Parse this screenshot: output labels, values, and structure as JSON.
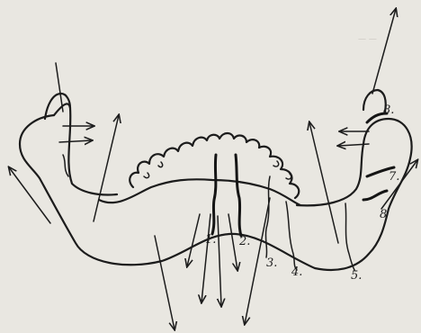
{
  "figure": {
    "labels": [
      {
        "id": "1",
        "text": "1."
      },
      {
        "id": "2",
        "text": "2."
      },
      {
        "id": "3",
        "text": "3."
      },
      {
        "id": "4",
        "text": "4."
      },
      {
        "id": "5",
        "text": "5."
      },
      {
        "id": "7",
        "text": "7."
      },
      {
        "id": "8a",
        "text": "8."
      },
      {
        "id": "8b",
        "text": "8"
      }
    ],
    "ink_color": "#1c1c1c",
    "paper_color": "#e9e7e1"
  }
}
